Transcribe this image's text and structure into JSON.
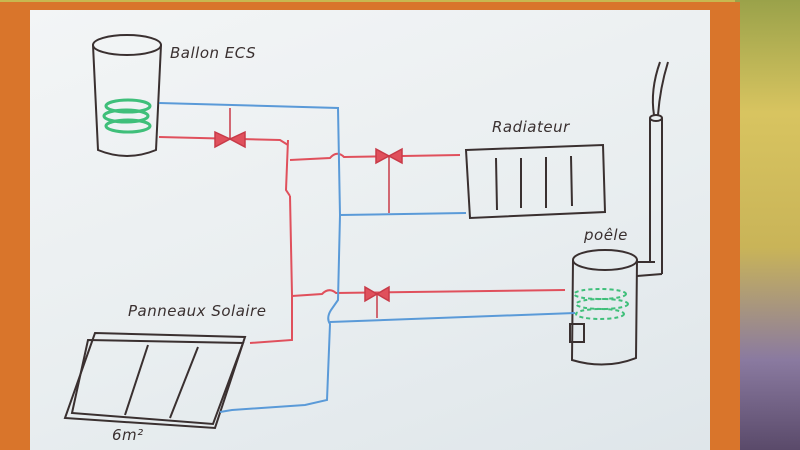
{
  "labels": {
    "ballon": "Ballon ECS",
    "radiateur": "Radiateur",
    "poele": "poêle",
    "panneaux": "Panneaux Solaire",
    "surface": "6m²"
  },
  "colors": {
    "hot_pipe": "#e0505c",
    "cold_pipe": "#5a9ad8",
    "coil": "#3fbf7a",
    "marker_black": "#3a3030",
    "frame": "#d9752b",
    "board": "#eef2f4"
  }
}
